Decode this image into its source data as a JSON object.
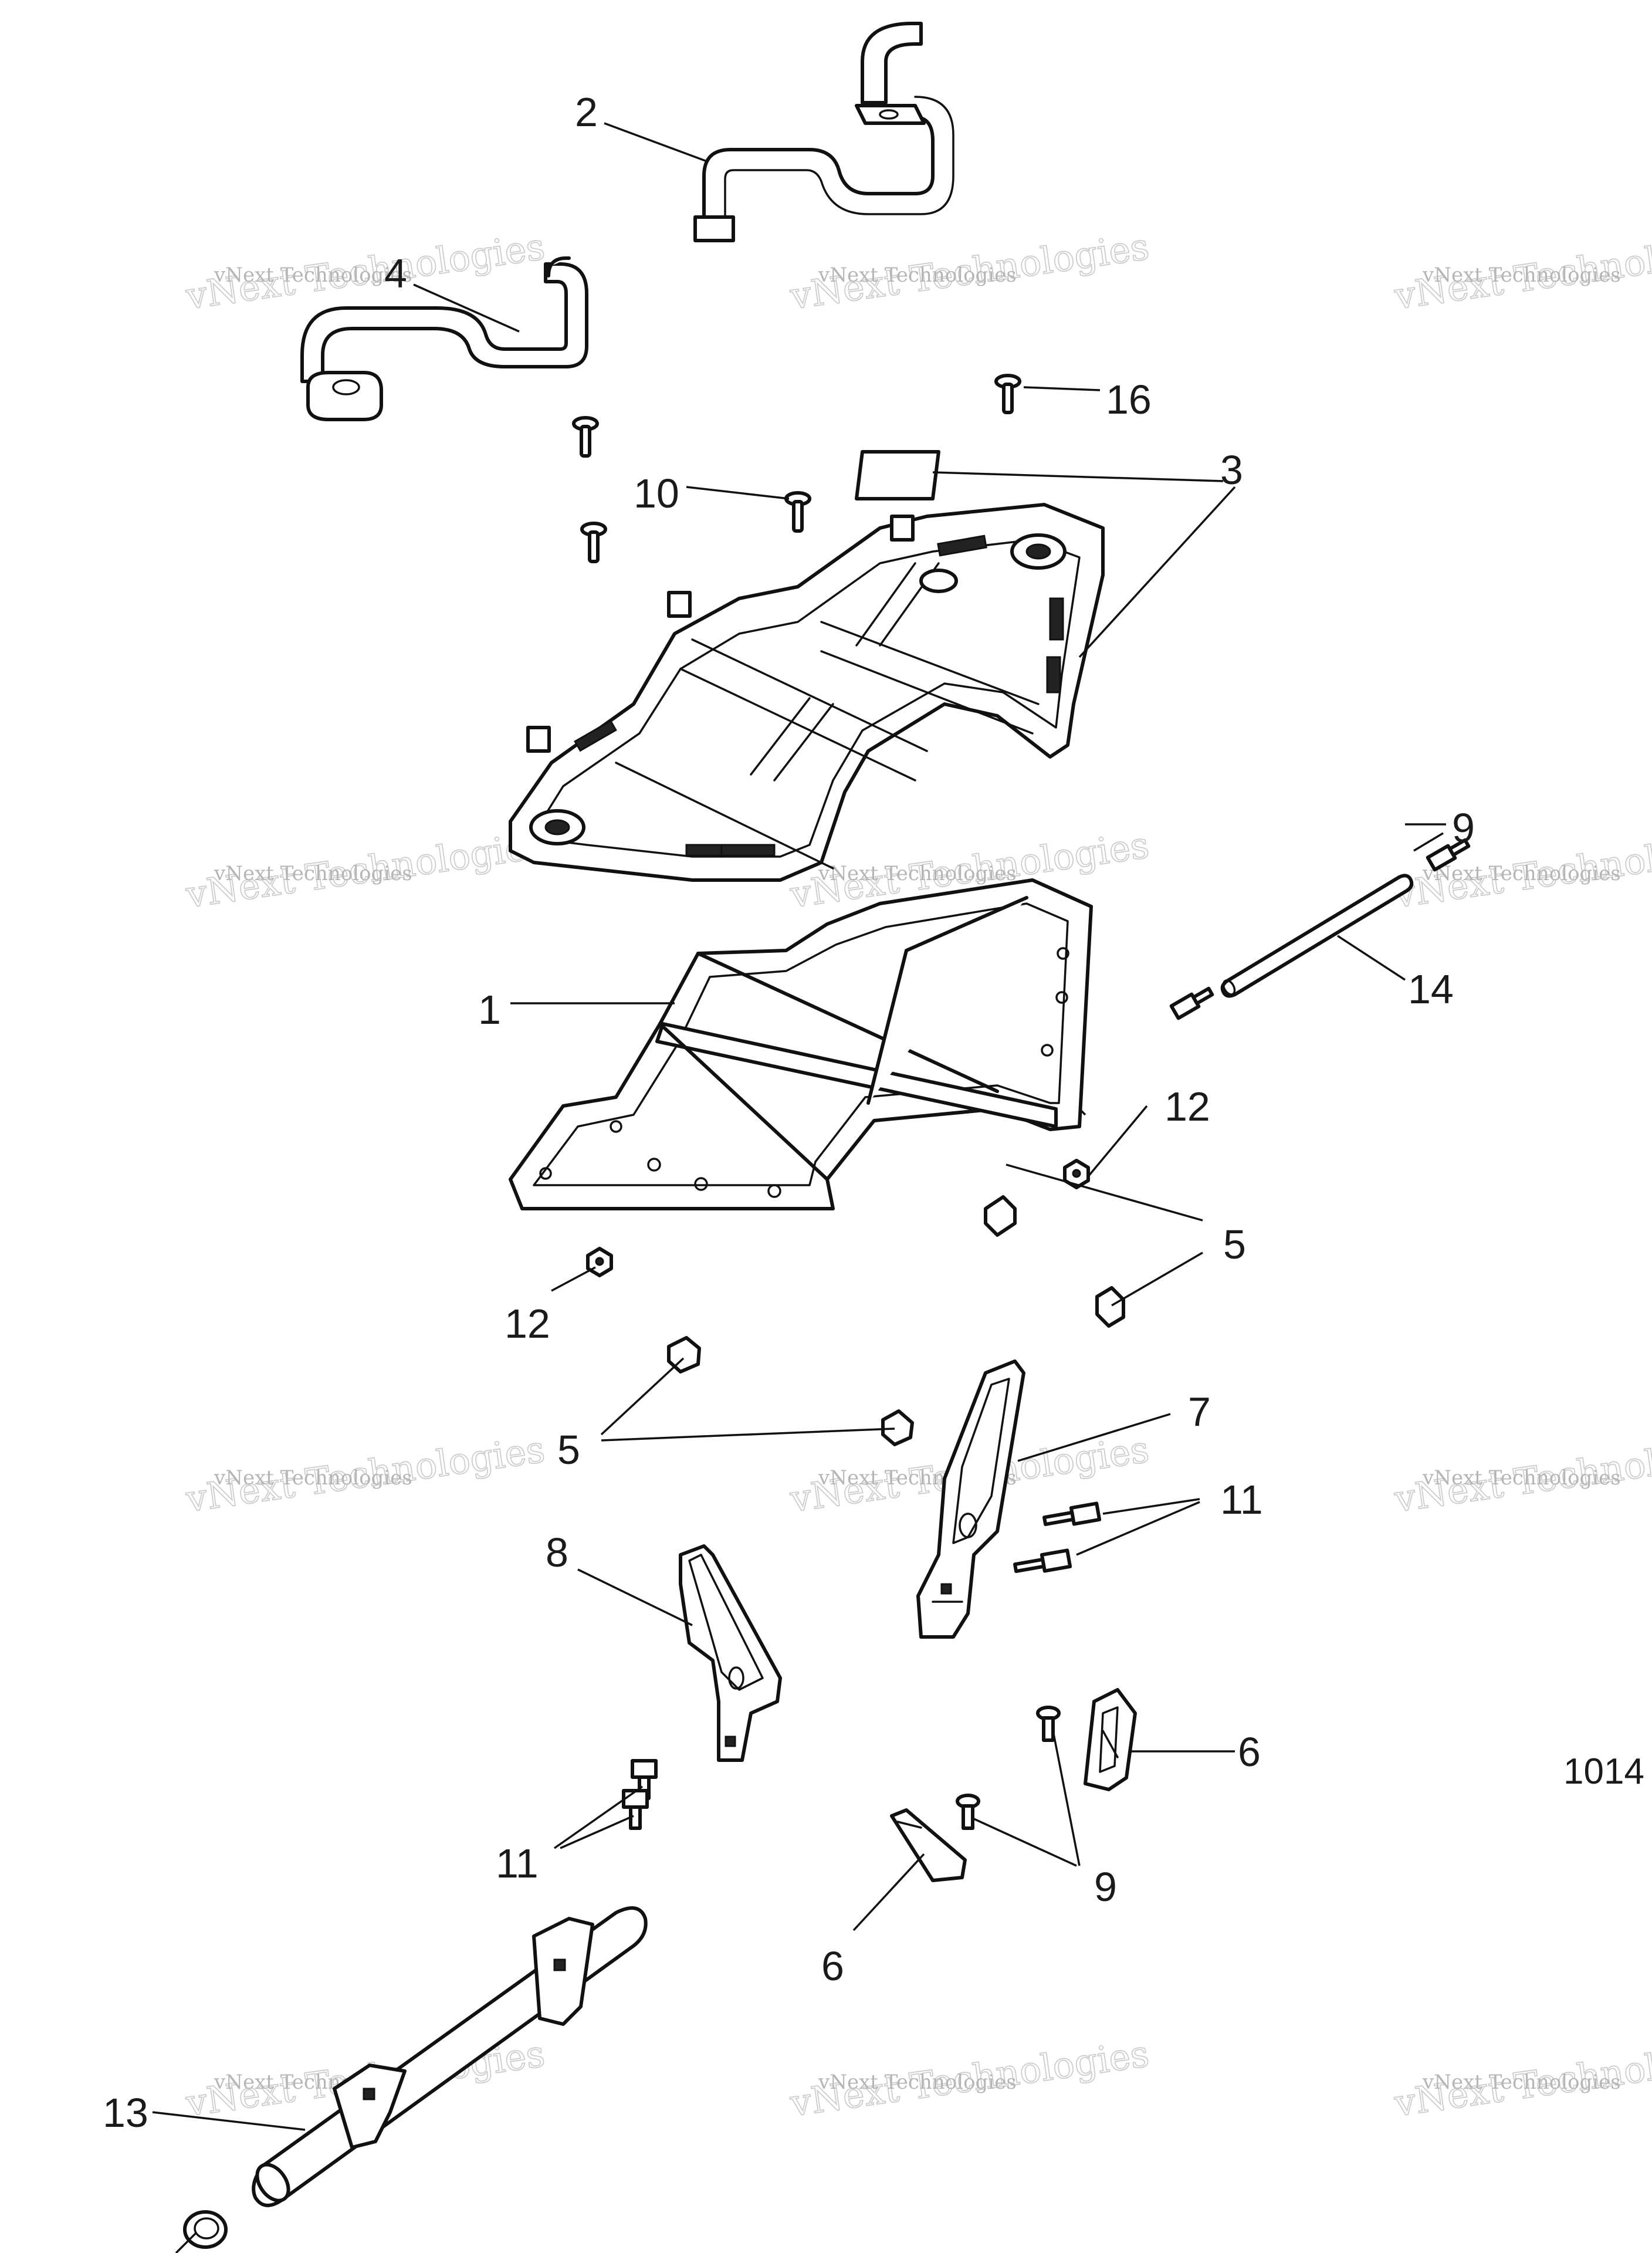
{
  "figure_number": "1014",
  "watermark": {
    "line1": "vNext Technologies",
    "line2": "vNext Technologies"
  },
  "callouts": {
    "c1": "1",
    "c2": "2",
    "c3": "3",
    "c4": "4",
    "c5a": "5",
    "c5b": "5",
    "c6a": "6",
    "c6b": "6",
    "c7": "7",
    "c8": "8",
    "c9a": "9",
    "c9b": "9",
    "c10": "10",
    "c11a": "11",
    "c11b": "11",
    "c12a": "12",
    "c12b": "12",
    "c13": "13",
    "c14": "14",
    "c16": "16"
  }
}
